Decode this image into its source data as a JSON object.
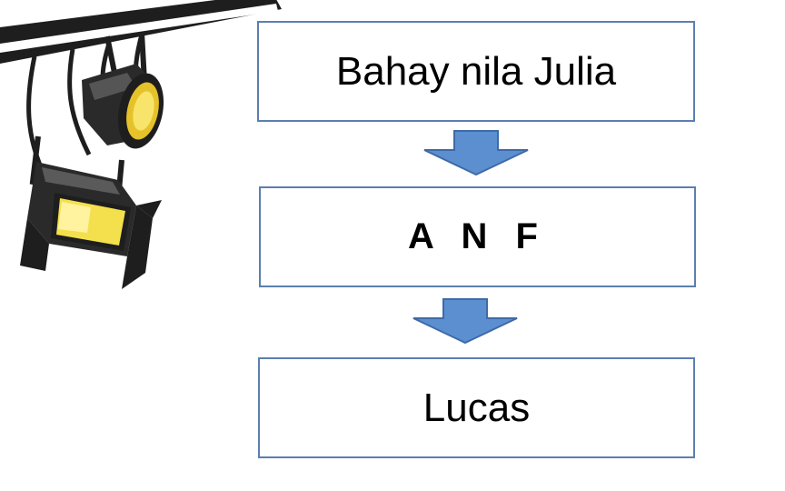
{
  "diagram": {
    "type": "vertical-flowchart",
    "colors": {
      "box_border": "#5b7fb0",
      "arrow_fill": "#5b8fd0",
      "arrow_stroke": "#3e6aa8",
      "lamp_glow": "#f4e04c"
    },
    "decoration": {
      "icon": "stage-spotlights-icon"
    },
    "boxes": [
      {
        "label": "Bahay nila Julia"
      },
      {
        "label": "A N F"
      },
      {
        "label": "Lucas"
      }
    ],
    "connectors": [
      {
        "from": 0,
        "to": 1,
        "icon": "arrow-down-icon"
      },
      {
        "from": 1,
        "to": 2,
        "icon": "arrow-down-icon"
      }
    ]
  }
}
